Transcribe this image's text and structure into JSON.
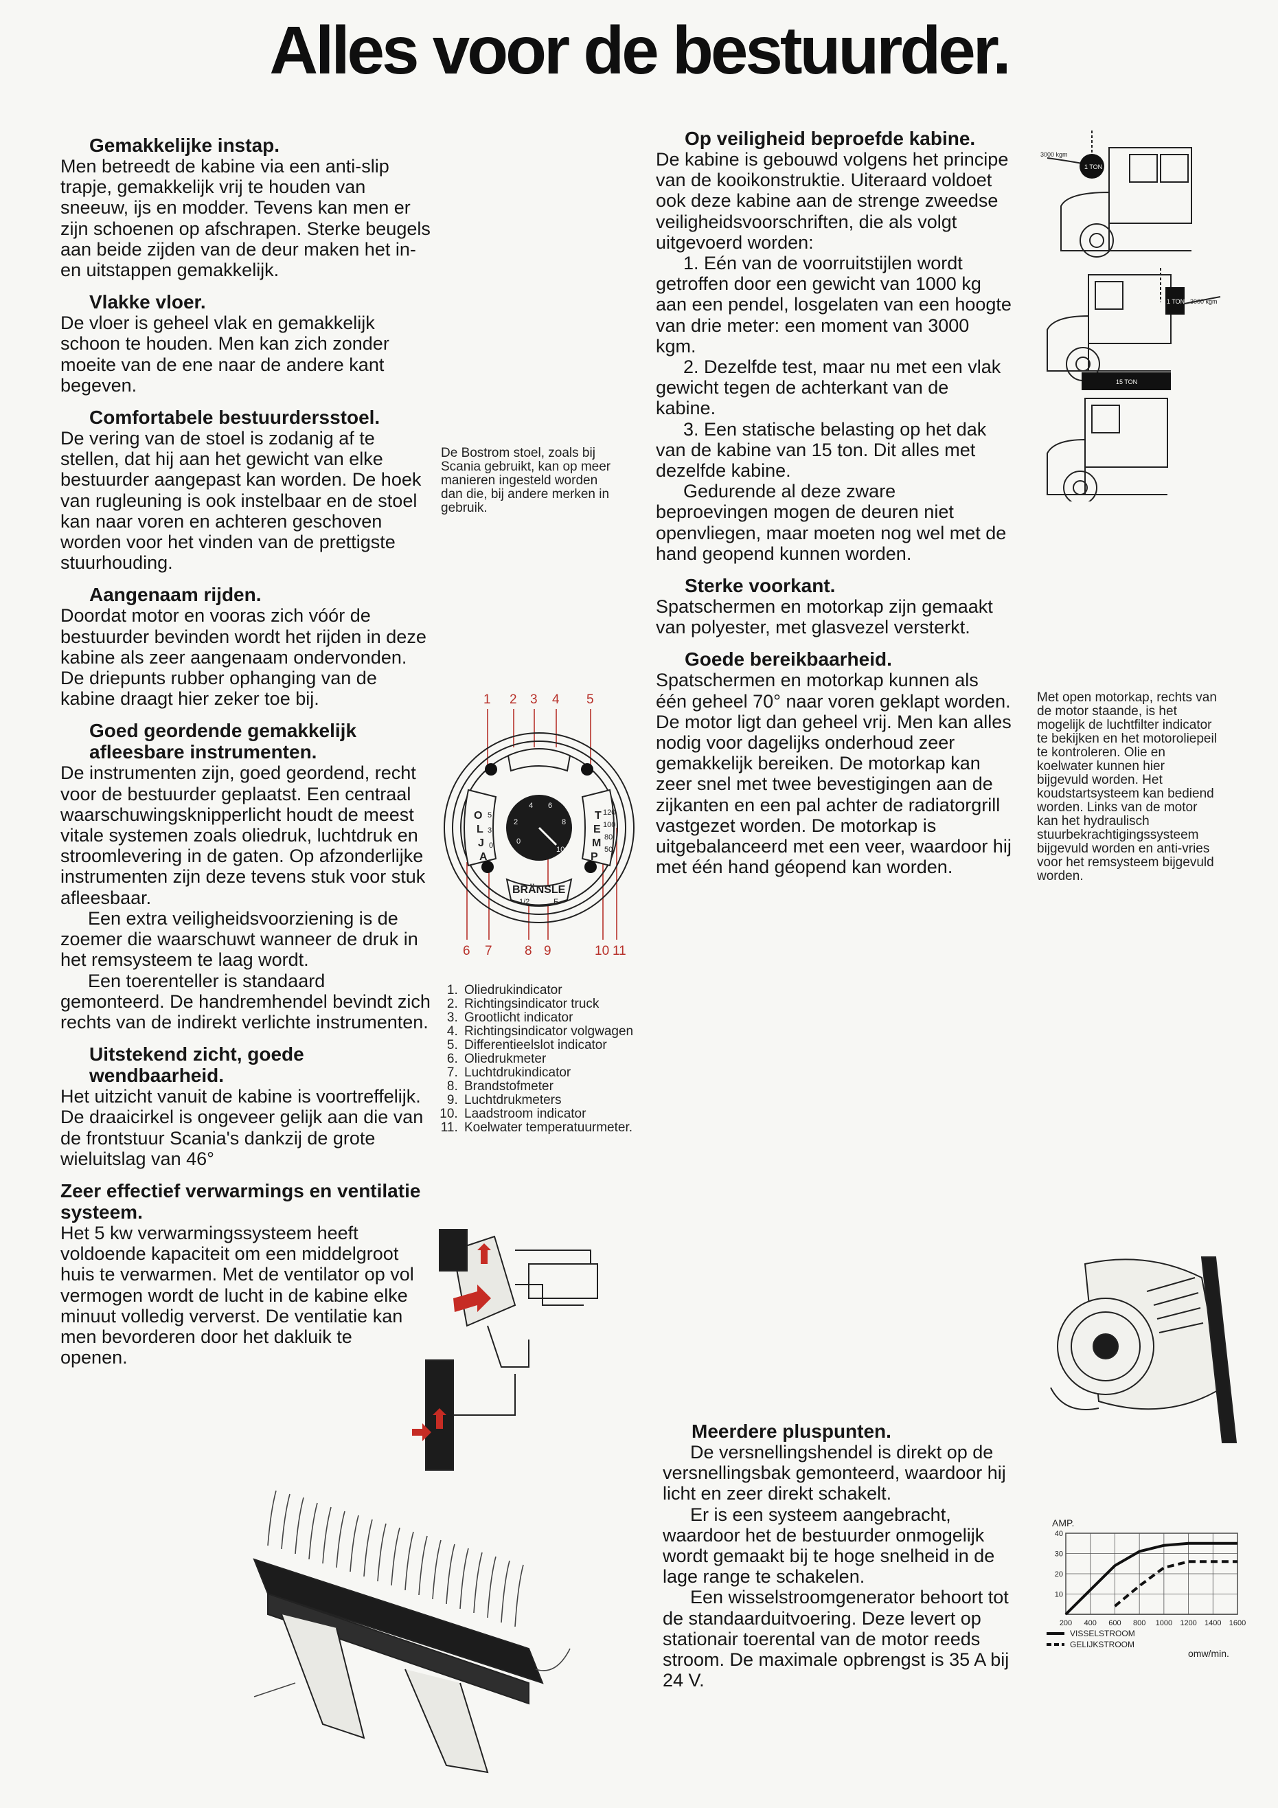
{
  "page": {
    "title": "Alles voor de bestuurder."
  },
  "left_column": {
    "s1_heading": "Gemakkelijke instap.",
    "s1_text": "Men betreedt de kabine via een anti-slip trapje, gemakkelijk vrij te houden van sneeuw, ijs en modder. Tevens kan men er zijn schoenen op afschrapen. Sterke beugels aan beide zijden van de deur maken het in- en uitstappen gemakkelijk.",
    "s2_heading": "Vlakke vloer.",
    "s2_text": "De vloer is geheel vlak en gemakkelijk schoon te houden. Men kan zich zonder moeite van de ene naar de andere kant begeven.",
    "s3_heading": "Comfortabele bestuurdersstoel.",
    "s3_text": "De vering van de stoel is zodanig af te stellen, dat hij aan het gewicht van elke bestuurder aangepast kan worden. De hoek van rugleuning is ook instelbaar en de stoel kan naar voren en achteren geschoven worden voor het vinden van de prettigste stuurhouding.",
    "s4_heading": "Aangenaam rijden.",
    "s4_text": "Doordat motor en vooras zich vóór de bestuurder bevinden wordt het rijden in deze kabine als zeer aangenaam ondervonden. De driepunts rubber ophanging van de kabine draagt hier zeker toe bij.",
    "s5_heading": "Goed geordende gemakkelijk afleesbare instrumenten.",
    "s5_text1": "De instrumenten zijn, goed geordend, recht voor de bestuurder geplaatst. Een centraal waarschuwingsknipperlicht houdt de meest vitale systemen zoals oliedruk, luchtdruk en stroomlevering in de gaten. Op afzonderlijke instrumenten zijn deze tevens stuk voor stuk afleesbaar.",
    "s5_text2": "Een extra veiligheidsvoorziening is de zoemer die waarschuwt wanneer de druk in het remsysteem te laag wordt.",
    "s5_text3": "Een toerenteller is standaard gemonteerd. De handremhendel bevindt zich rechts van de indirekt verlichte instrumenten.",
    "s6_heading": "Uitstekend zicht, goede wendbaarheid.",
    "s6_text": "Het uitzicht vanuit de kabine is voortreffelijk. De draaicirkel is ongeveer gelijk aan die van de frontstuur Scania's dankzij de grote wieluitslag van 46°",
    "s7_heading": "Zeer effectief verwarmings en ventilatie systeem.",
    "s7_text": "Het 5 kw verwarmingssysteem heeft voldoende kapaciteit om een middelgroot huis te verwarmen. Met de ventilator op vol vermogen wordt de lucht in de kabine elke minuut volledig ververst. De ventilatie kan men bevorderen door het dakluik te openen."
  },
  "right_column": {
    "s1_heading": "Op veiligheid beproefde kabine.",
    "s1_text": "De kabine is gebouwd volgens het principe van de kooikonstruktie. Uiteraard voldoet ook deze kabine aan de strenge zweedse veiligheidsvoorschriften, die als volgt uitgevoerd worden:",
    "s1_item1": "1. Eén van de voorruitstijlen wordt getroffen door een gewicht van 1000 kg aan een pendel, losgelaten van een hoogte van drie meter: een moment van 3000 kgm.",
    "s1_item2": "2. Dezelfde test, maar nu met een vlak gewicht tegen de achterkant van de kabine.",
    "s1_item3": "3. Een statische belasting op het dak van de kabine van 15 ton. Dit alles met dezelfde kabine.",
    "s1_text2": "Gedurende al deze zware beproevingen mogen de deuren niet openvliegen, maar moeten nog wel met de hand geopend kunnen worden.",
    "s2_heading": "Sterke voorkant.",
    "s2_text": "Spatschermen en motorkap zijn gemaakt van polyester, met glasvezel versterkt.",
    "s3_heading": "Goede bereikbaarheid.",
    "s3_text": "Spatschermen en motorkap kunnen als één geheel 70° naar voren geklapt worden. De motor ligt dan geheel vrij. Men kan alles nodig voor dagelijks onderhoud zeer gemakkelijk bereiken. De motorkap kan zeer snel met twee bevestigingen aan de zijkanten en een pal achter de radiatorgrill vastgezet worden. De motorkap is uitgebalanceerd met een veer, waardoor hij met één hand géopend kan worden.",
    "s4_heading": "Meerdere pluspunten.",
    "s4_text1": "De versnellingshendel is direkt op de versnellingsbak gemonteerd, waardoor hij licht en zeer direkt schakelt.",
    "s4_text2": "Er is een systeem aangebracht, waardoor het de bestuurder onmogelijk wordt gemaakt bij te hoge snelheid in de lage range te schakelen.",
    "s4_text3": "Een wisselstroomgenerator behoort tot de standaarduitvoering. Deze levert op stationair toerental van de motor reeds stroom. De maximale opbrengst is 35 A bij 24 V."
  },
  "captions": {
    "seat": "De Bostrom stoel, zoals bij Scania gebruikt, kan op meer manieren ingesteld worden dan die, bij andere merken in gebruik.",
    "engine": "Met open motorkap, rechts van de motor staande, is het mogelijk de luchtfilter indicator te bekijken en het motoroliepeil te kontroleren. Olie en koelwater kunnen hier bijgevuld worden. Het koudstartsysteem kan bediend worden. Links van de motor kan het hydraulisch stuurbekrachtigingssysteem bijgevuld worden en anti-vries voor het remsysteem bijgevuld worden."
  },
  "instrument_legend": [
    "Oliedrukindicator",
    "Richtingsindicator truck",
    "Grootlicht indicator",
    "Richtingsindicator volgwagen",
    "Differentieelslot indicator",
    "Oliedrukmeter",
    "Luchtdrukindicator",
    "Brandstofmeter",
    "Luchtdrukmeters",
    "Laadstroom indicator",
    "Koelwater temperatuurmeter."
  ],
  "instrument_diagram": {
    "callouts_top": [
      "1",
      "2",
      "3",
      "4",
      "5"
    ],
    "callouts_bottom": [
      "6",
      "7",
      "8",
      "9",
      "10",
      "11"
    ],
    "gauge_left_letters": [
      "O",
      "L",
      "J",
      "A"
    ],
    "gauge_left_ticks": [
      "5",
      "3",
      "0"
    ],
    "gauge_right_letters": [
      "T",
      "E",
      "M",
      "P"
    ],
    "gauge_right_ticks": [
      "120",
      "100",
      "80",
      "50"
    ],
    "gauge_center_ticks": [
      "4",
      "6",
      "2",
      "8",
      "0",
      "10"
    ],
    "fuel_label": "BRÄNSLE",
    "fuel_ticks": [
      "1/2",
      "F"
    ]
  },
  "test_illustrations": {
    "label1_weight": "1 TON",
    "label1_distance": "3000 kgm",
    "label2_weight": "1 TON",
    "label2_distance": "3000 kgm",
    "label3": "15 TON"
  },
  "chart_data": {
    "type": "line",
    "ylabel": "AMP.",
    "xlabel": "omw/min.",
    "x": [
      200,
      400,
      600,
      800,
      1000,
      1200,
      1400,
      1600
    ],
    "xlim": [
      200,
      1600
    ],
    "ylim": [
      0,
      40
    ],
    "yticks": [
      10,
      20,
      30,
      40
    ],
    "grid": true,
    "series": [
      {
        "name": "VISSELSTROOM",
        "style": "solid",
        "values": [
          0,
          12,
          24,
          31,
          34,
          35,
          35,
          35
        ]
      },
      {
        "name": "GELIJKSTROOM",
        "style": "dashed",
        "values": [
          null,
          null,
          4,
          14,
          23,
          26,
          26,
          26
        ]
      }
    ]
  },
  "colors": {
    "accent": "#b8322b",
    "ink": "#161616",
    "paper": "#f7f7f4"
  }
}
